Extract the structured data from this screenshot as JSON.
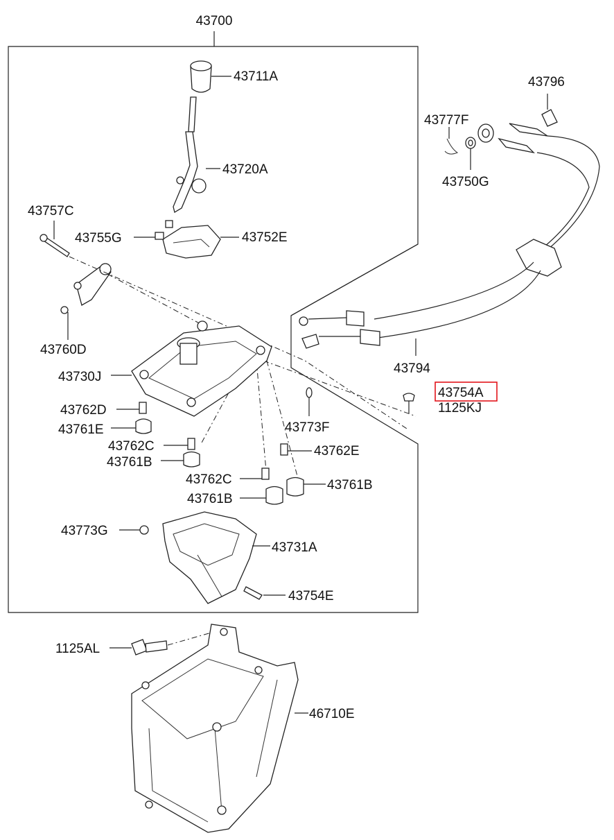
{
  "highlight_color": "#e3141b",
  "labels": {
    "l43700": "43700",
    "l43711A": "43711A",
    "l43720A": "43720A",
    "l43757C": "43757C",
    "l43755G": "43755G",
    "l43752E": "43752E",
    "l43760D": "43760D",
    "l43730J": "43730J",
    "l43762D": "43762D",
    "l43761E": "43761E",
    "l43762C_1": "43762C",
    "l43761B_1": "43761B",
    "l43762C_2": "43762C",
    "l43761B_2": "43761B",
    "l43762E": "43762E",
    "l43761B_3": "43761B",
    "l43773F": "43773F",
    "l43773G": "43773G",
    "l43731A": "43731A",
    "l43754E": "43754E",
    "l43796": "43796",
    "l43777F": "43777F",
    "l43750G": "43750G",
    "l43794": "43794",
    "l43754A": "43754A",
    "l1125KJ": "1125KJ",
    "l1125AL": "1125AL",
    "l46710E": "46710E"
  }
}
